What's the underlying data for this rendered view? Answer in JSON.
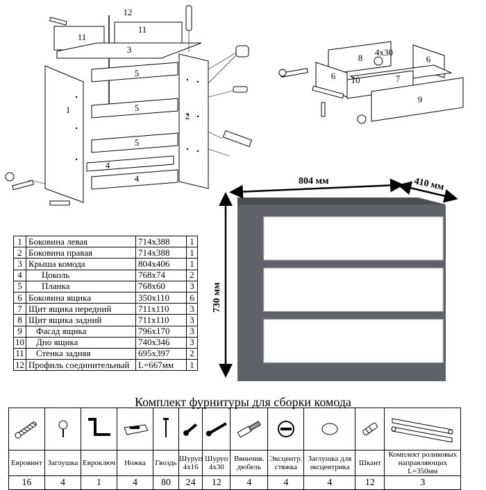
{
  "exploded": {
    "carcass_labels": [
      "1",
      "2",
      "3",
      "4",
      "4",
      "5",
      "5",
      "5",
      "11",
      "11",
      "12"
    ],
    "drawer_labels": [
      "6",
      "6",
      "7",
      "8",
      "9",
      "10"
    ],
    "drawer_size_label": "4x30"
  },
  "dimensions": {
    "width": "804 мм",
    "depth": "410 мм",
    "height": "730 мм"
  },
  "colors": {
    "body": "#5f6368",
    "body_dark": "#4a4e53",
    "front": "#ffffff"
  },
  "parts": [
    {
      "no": "1",
      "name": "Боковина левая",
      "size": "714x388",
      "qty": "1"
    },
    {
      "no": "2",
      "name": "Боковина правая",
      "size": "714x388",
      "qty": "1"
    },
    {
      "no": "3",
      "name": "Крыша комода",
      "size": "804x406",
      "qty": "1"
    },
    {
      "no": "4",
      "name": "Цоколь",
      "size": "768x74",
      "qty": "2"
    },
    {
      "no": "5",
      "name": "Планка",
      "size": "768x60",
      "qty": "3"
    },
    {
      "no": "6",
      "name": "Боковина ящика",
      "size": "350x110",
      "qty": "6"
    },
    {
      "no": "7",
      "name": "Щит ящика передний",
      "size": "711x110",
      "qty": "3"
    },
    {
      "no": "8",
      "name": "Щит ящика задний",
      "size": "711x110",
      "qty": "3"
    },
    {
      "no": "9",
      "name": "Фасад ящика",
      "size": "796x170",
      "qty": "3"
    },
    {
      "no": "10",
      "name": "Дно ящика",
      "size": "740x346",
      "qty": "3"
    },
    {
      "no": "11",
      "name": "Стенка задняя",
      "size": "695x397",
      "qty": "2"
    },
    {
      "no": "12",
      "name": "Профиль соединительный",
      "size": "L=667мм",
      "qty": "1"
    }
  ],
  "kit": {
    "title": "Комплект фурнитуры для сборки комода",
    "items": [
      {
        "icon": "euroscrew-icon",
        "label": "Евровинт",
        "count": "16"
      },
      {
        "icon": "plug-icon",
        "label": "Заглушка",
        "count": "4"
      },
      {
        "icon": "eurokey-icon",
        "label": "Евроключ",
        "count": "1"
      },
      {
        "icon": "foot-icon",
        "label": "Ножка",
        "count": "4"
      },
      {
        "icon": "nail-icon",
        "label": "Гвоздь",
        "count": "80"
      },
      {
        "icon": "screw-4x16-icon",
        "label": "Шуруп 4х16",
        "count": "24"
      },
      {
        "icon": "screw-4x30-icon",
        "label": "Шуруп 4х30",
        "count": "12"
      },
      {
        "icon": "dowel-icon",
        "label": "Ввинчив. дюбель",
        "count": "4"
      },
      {
        "icon": "cam-lock-icon",
        "label": "Эксцентр. стяжка",
        "count": "4"
      },
      {
        "icon": "cam-cap-icon",
        "label": "Заглушка для эксцентрика",
        "count": "4"
      },
      {
        "icon": "wood-dowel-icon",
        "label": "Шкант",
        "count": "12"
      },
      {
        "icon": "roller-guides-icon",
        "label": "Комплект роликовых направляющих L=350мм",
        "count": "3"
      }
    ]
  }
}
